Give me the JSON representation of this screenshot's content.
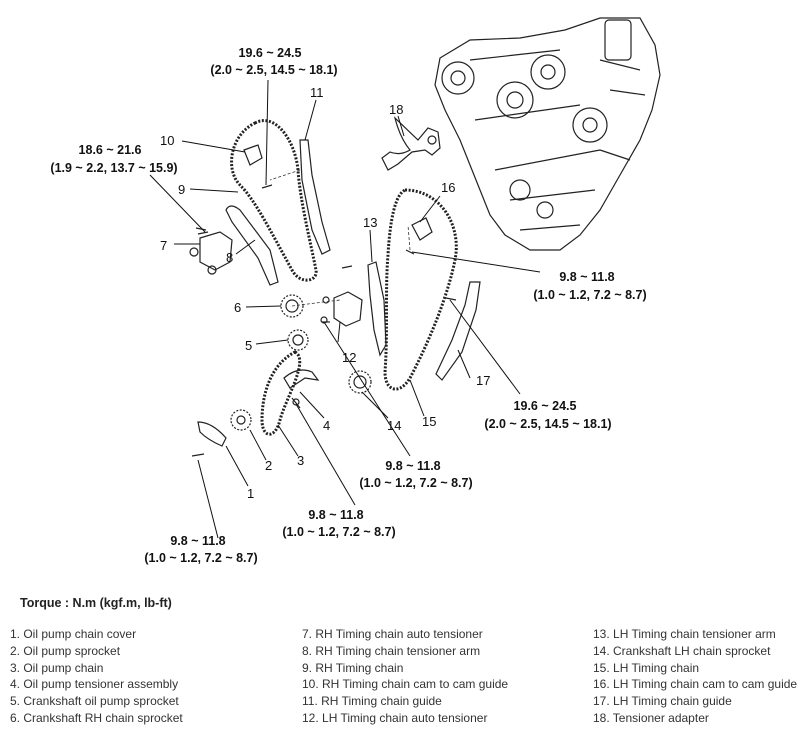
{
  "torque_specs": [
    {
      "value": "19.6 ~ 24.5",
      "units": "(2.0 ~ 2.5, 14.5 ~ 18.1)"
    },
    {
      "value": "18.6 ~ 21.6",
      "units": "(1.9 ~ 2.2, 13.7 ~ 15.9)"
    },
    {
      "value": "9.8 ~ 11.8",
      "units": "(1.0 ~ 1.2, 7.2 ~ 8.7)"
    },
    {
      "value": "19.6 ~ 24.5",
      "units": "(2.0 ~ 2.5, 14.5 ~ 18.1)"
    },
    {
      "value": "9.8 ~ 11.8",
      "units": "(1.0 ~ 1.2, 7.2 ~ 8.7)"
    },
    {
      "value": "9.8 ~ 11.8",
      "units": "(1.0 ~ 1.2, 7.2 ~ 8.7)"
    },
    {
      "value": "9.8 ~ 11.8",
      "units": "(1.0 ~ 1.2, 7.2 ~ 8.7)"
    }
  ],
  "callouts": [
    "1",
    "2",
    "3",
    "4",
    "5",
    "6",
    "7",
    "8",
    "9",
    "10",
    "11",
    "12",
    "13",
    "14",
    "15",
    "16",
    "17",
    "18"
  ],
  "torque_unit_label": "Torque : N.m (kgf.m, lb-ft)",
  "legend": {
    "column_1": [
      "1. Oil pump chain cover",
      "2. Oil pump sprocket",
      "3. Oil pump chain",
      "4. Oil pump tensioner assembly",
      "5. Crankshaft oil pump sprocket",
      "6. Crankshaft RH chain sprocket"
    ],
    "column_2": [
      "7. RH Timing chain auto tensioner",
      "8. RH Timing chain tensioner arm",
      "9. RH Timing chain",
      "10. RH Timing chain cam to cam guide",
      "11. RH Timing chain guide",
      "12. LH Timing chain auto tensioner"
    ],
    "column_3": [
      "13. LH Timing chain tensioner arm",
      "14. Crankshaft LH chain sprocket",
      "15. LH Timing chain",
      "16. LH Timing chain cam to cam guide",
      "17. LH Timing chain guide",
      "18. Tensioner adapter"
    ]
  }
}
